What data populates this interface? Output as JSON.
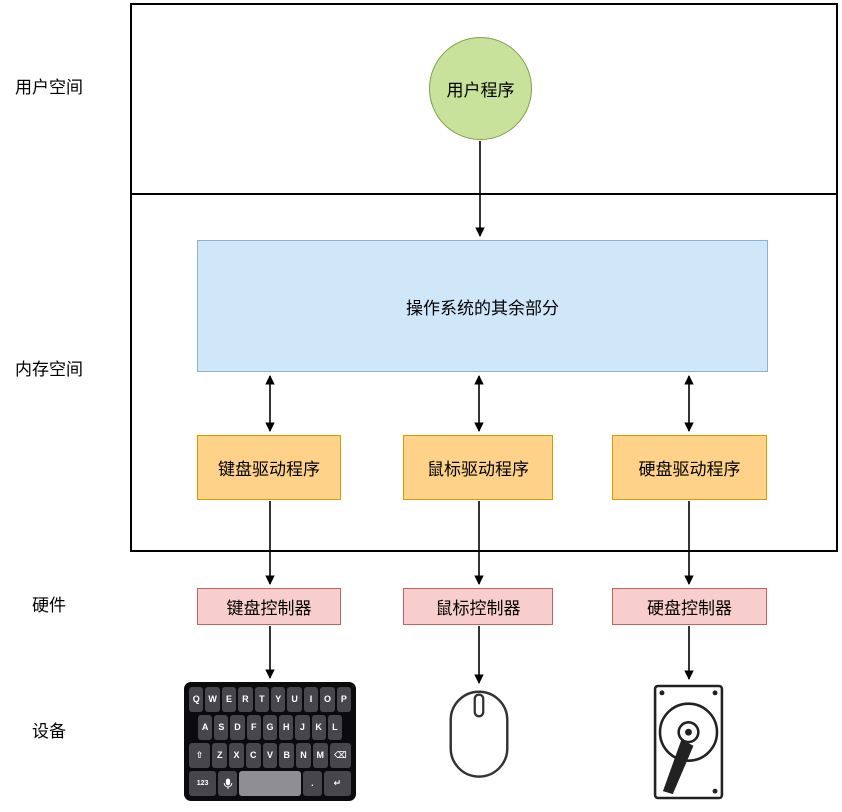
{
  "layers": {
    "user_space": "用户空间",
    "memory_space": "内存空间",
    "hardware": "硬件",
    "devices": "设备"
  },
  "nodes": {
    "user_program": "用户程序",
    "os_rest": "操作系统的其余部分",
    "drivers": [
      "键盘驱动程序",
      "鼠标驱动程序",
      "硬盘驱动程序"
    ],
    "controllers": [
      "键盘控制器",
      "鼠标控制器",
      "硬盘控制器"
    ]
  },
  "devices": {
    "keyboard_icon": {
      "row1": "QWERTYUIOP",
      "row2": "ASDFGHJKL",
      "row3": "ZXCVBNM",
      "shift_key": "⇧",
      "backspace_key": "⌫",
      "numbers_key": "123",
      "period_key": ".",
      "return_key": "↵"
    }
  },
  "colors": {
    "user_program_fill": "#c8e29b",
    "user_program_stroke": "#7ca14e",
    "os_fill": "#cfe7f9",
    "os_stroke": "#8fb3cf",
    "driver_fill": "#ffd28a",
    "driver_stroke": "#d79b00",
    "controller_fill": "#f8cecc",
    "controller_stroke": "#c4625f",
    "outline": "#000000"
  }
}
